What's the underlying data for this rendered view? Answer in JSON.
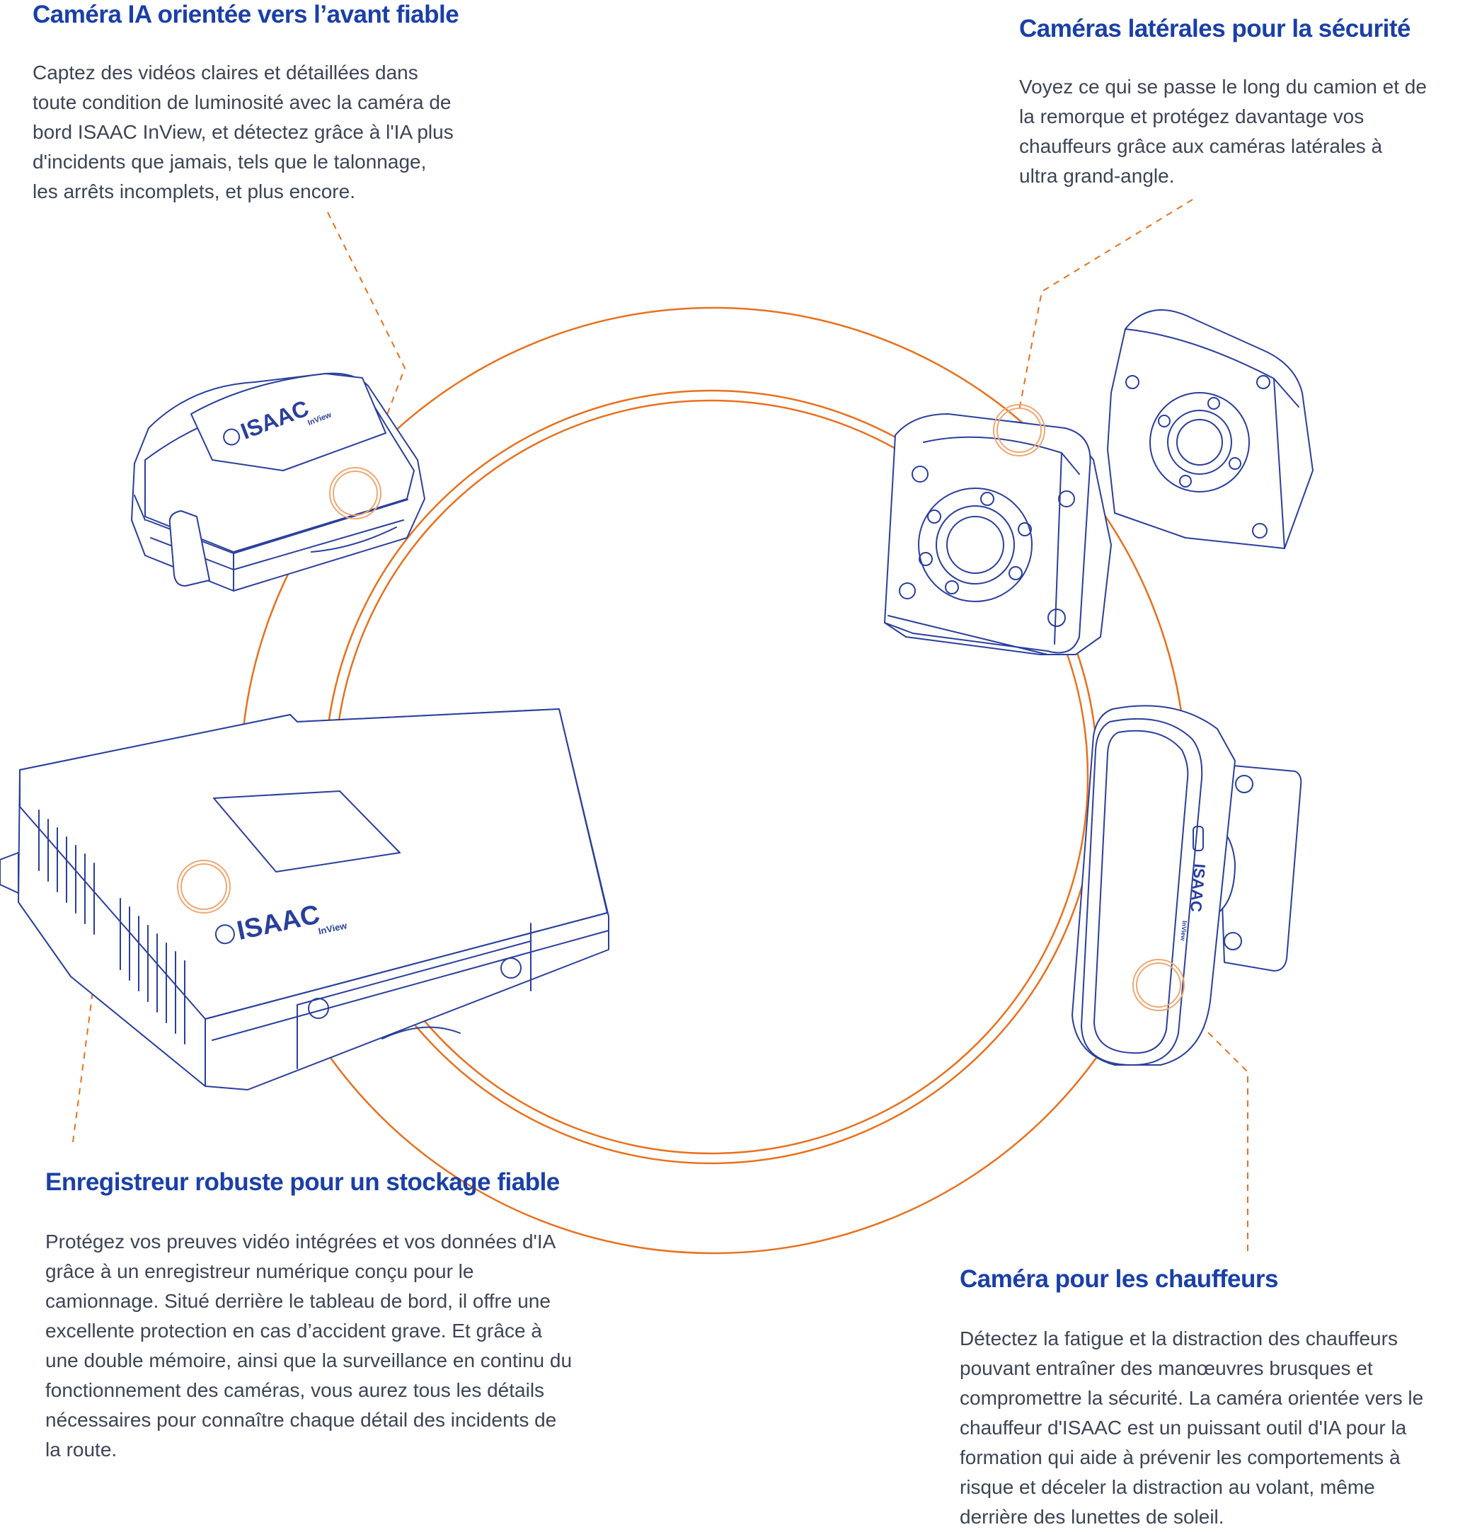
{
  "colors": {
    "heading": "#1a3fa8",
    "body_text": "#3d4455",
    "accent": "#e8711e",
    "line_art": "#2a3f9c"
  },
  "front_camera": {
    "title": "Caméra IA orientée vers l’avant fiable",
    "description": "Captez des vidéos claires et détaillées dans\ntoute condition de luminosité avec la caméra de\nbord ISAAC InView, et détectez grâce à l'IA plus\nd'incidents que jamais, tels que le talonnage,\nles arrêts incomplets, et plus encore."
  },
  "side_cameras": {
    "title": "Caméras latérales pour la sécurité",
    "description": "Voyez ce qui se passe le long du camion et de\nla remorque et protégez davantage vos\nchauffeurs grâce aux caméras latérales à\nultra grand-angle."
  },
  "recorder": {
    "title": "Enregistreur robuste pour un stockage fiable",
    "description": "Protégez vos preuves vidéo intégrées et vos données d'IA\ngrâce à un enregistreur numérique conçu pour le\ncamionnage. Situé derrière le tableau de bord, il offre une\nexcellente protection en cas d’accident grave. Et grâce à\nune double mémoire, ainsi que la surveillance en continu du\nfonctionnement des caméras, vous aurez tous les détails\nnécessaires pour connaître chaque détail des  incidents de\nla route."
  },
  "driver_camera": {
    "title": "Caméra pour les chauffeurs",
    "description": "Détectez la fatigue et la distraction des chauffeurs\npouvant entraîner des manœuvres brusques et\ncompromettre la sécurité. La caméra orientée vers le\nchauffeur d'ISAAC est un puissant outil d'IA pour la\nformation qui aide à prévenir les comportements à\nrisque et déceler la distraction au volant, même\nderrière des lunettes de soleil."
  },
  "devices": {
    "brand": "ISAAC",
    "sub_brand": "InView"
  },
  "icons": [
    "front-camera-device",
    "side-cameras-device",
    "recorder-device",
    "driver-camera-device",
    "hotspot-icon",
    "screw-icon"
  ]
}
